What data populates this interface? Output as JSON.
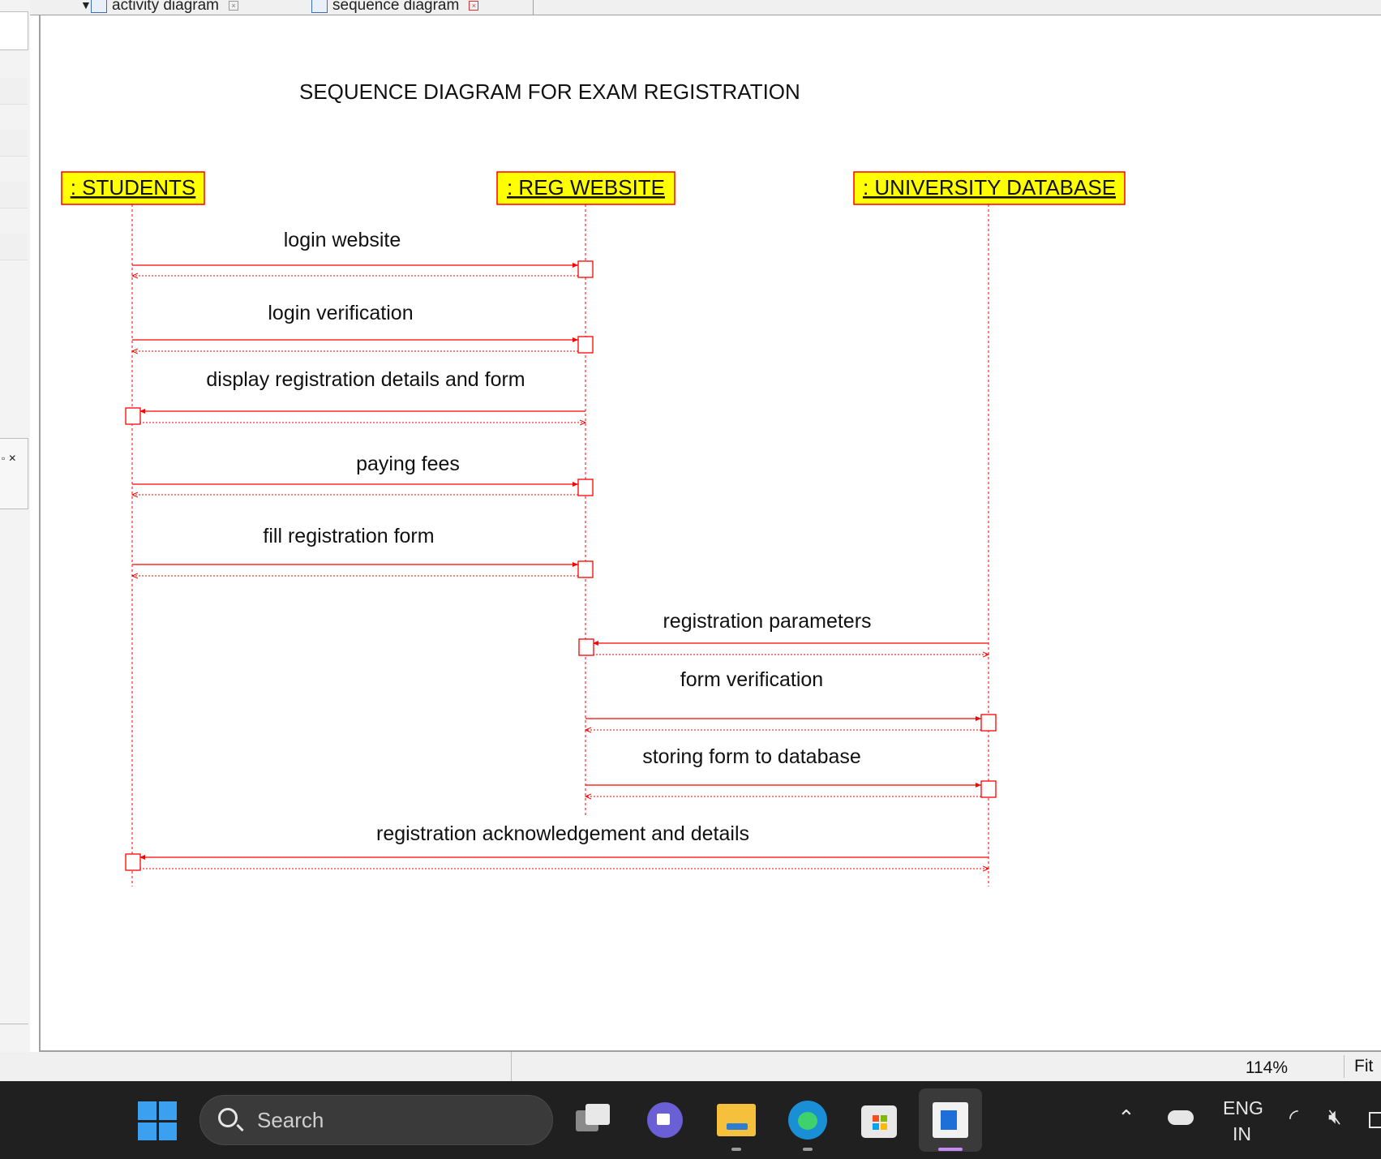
{
  "tabs": [
    {
      "label": "activity diagram",
      "icon": "activity-diagram-icon",
      "active": false
    },
    {
      "label": "sequence diagram",
      "icon": "sequence-diagram-icon",
      "active": true
    }
  ],
  "diagram": {
    "title": "SEQUENCE DIAGRAM FOR EXAM REGISTRATION",
    "colors": {
      "object_fill": "#ffff00",
      "line": "#ff0000",
      "text": "#111111"
    },
    "objects": [
      {
        "id": "students",
        "label": ": STUDENTS"
      },
      {
        "id": "reg",
        "label": ": REG WEBSITE"
      },
      {
        "id": "db",
        "label": ": UNIVERSITY DATABASE"
      }
    ],
    "messages": [
      {
        "label": "login website",
        "from": "students",
        "to": "reg"
      },
      {
        "label": "login verification",
        "from": "students",
        "to": "reg"
      },
      {
        "label": "display registration details and form",
        "from": "reg",
        "to": "students"
      },
      {
        "label": "paying fees",
        "from": "students",
        "to": "reg"
      },
      {
        "label": "fill registration form",
        "from": "students",
        "to": "reg"
      },
      {
        "label": "registration parameters",
        "from": "db",
        "to": "reg"
      },
      {
        "label": "form verification",
        "from": "reg",
        "to": "db"
      },
      {
        "label": "storing form to database",
        "from": "reg",
        "to": "db"
      },
      {
        "label": "registration acknowledgement and details",
        "from": "db",
        "to": "students"
      }
    ]
  },
  "status": {
    "zoom": "114%",
    "fit": "Fit"
  },
  "taskbar": {
    "search_placeholder": "Search",
    "apps": [
      "task-view-icon",
      "chat-icon",
      "file-explorer-icon",
      "edge-icon",
      "store-icon",
      "diagram-app-icon"
    ],
    "lang_line1": "ENG",
    "lang_line2": "IN"
  }
}
